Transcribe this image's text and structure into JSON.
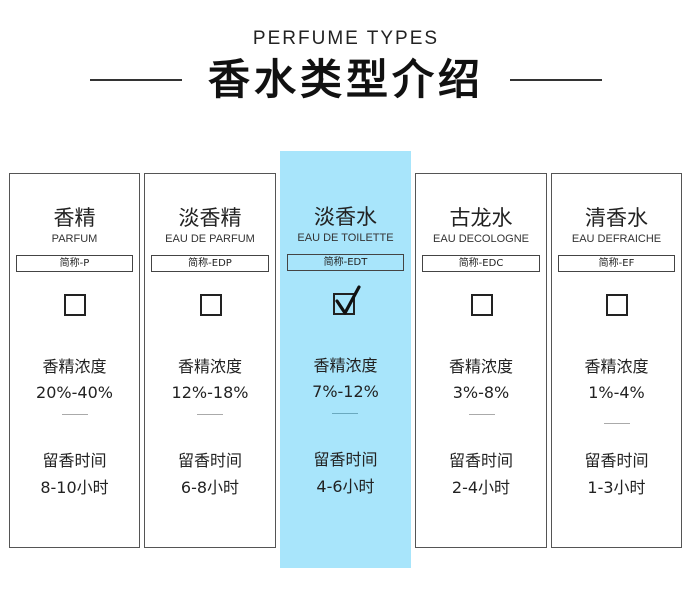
{
  "header": {
    "title_en": "PERFUME TYPES",
    "title_cn": "香水类型介绍"
  },
  "colors": {
    "highlight": "#a8e5fb",
    "border": "#555555",
    "text": "#222222"
  },
  "cards": [
    {
      "name": "香精",
      "name_en": "PARFUM",
      "abbr": "简称-P",
      "checked": false,
      "concentration_label": "香精浓度",
      "concentration": "20%-40%",
      "duration_label": "留香时间",
      "duration": "8-10小时"
    },
    {
      "name": "淡香精",
      "name_en": "EAU DE PARFUM",
      "abbr": "简称-EDP",
      "checked": false,
      "concentration_label": "香精浓度",
      "concentration": "12%-18%",
      "duration_label": "留香时间",
      "duration": "6-8小时"
    },
    {
      "name": "淡香水",
      "name_en": "EAU DE TOILETTE",
      "abbr": "简称-EDT",
      "checked": true,
      "concentration_label": "香精浓度",
      "concentration": "7%-12%",
      "duration_label": "留香时间",
      "duration": "4-6小时"
    },
    {
      "name": "古龙水",
      "name_en": "EAU DECOLOGNE",
      "abbr": "简称-EDC",
      "checked": false,
      "concentration_label": "香精浓度",
      "concentration": "3%-8%",
      "duration_label": "留香时间",
      "duration": "2-4小时"
    },
    {
      "name": "清香水",
      "name_en": "EAU DEFRAICHE",
      "abbr": "简称-EF",
      "checked": false,
      "concentration_label": "香精浓度",
      "concentration": "1%-4%",
      "duration_label": "留香时间",
      "duration": "1-3小时"
    }
  ]
}
